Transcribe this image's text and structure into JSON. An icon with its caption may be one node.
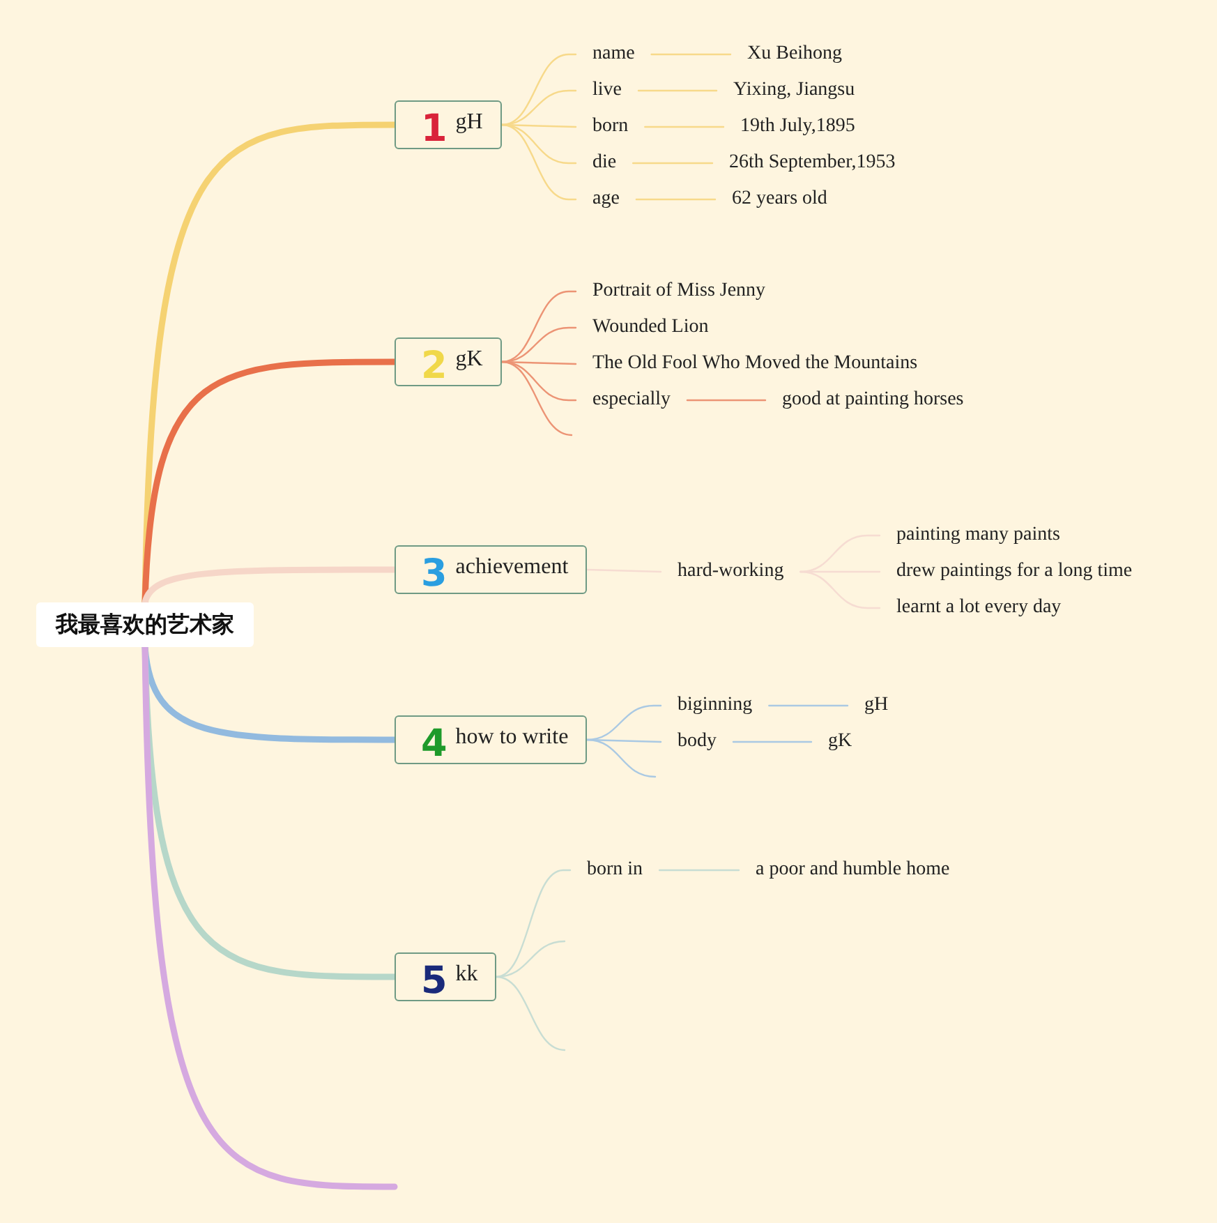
{
  "diagram": {
    "nodes": [
      {
        "text": [
          "我最喜欢的艺术家"
        ]
      },
      {
        "text": [
          "1",
          "gH"
        ]
      },
      {
        "text": [
          "name"
        ]
      },
      {
        "text": [
          "Xu Beihong"
        ]
      },
      {
        "text": [
          "live"
        ]
      },
      {
        "text": [
          "Yixing, Jiangsu"
        ]
      },
      {
        "text": [
          "born"
        ]
      },
      {
        "text": [
          "19th July,1895"
        ]
      },
      {
        "text": [
          "die"
        ]
      },
      {
        "text": [
          "26th September,1953"
        ]
      },
      {
        "text": [
          "age"
        ]
      },
      {
        "text": [
          "62 years old"
        ]
      },
      {
        "text": [
          "2",
          "gK"
        ]
      },
      {
        "text": [
          "Portrait of Miss Jenny"
        ]
      },
      {
        "text": [
          "Wounded Lion"
        ]
      },
      {
        "text": [
          "The Old Fool Who Moved the Mountains"
        ]
      },
      {
        "text": [
          "especially"
        ]
      },
      {
        "text": [
          "good at painting horses"
        ]
      },
      {
        "text": [
          "3",
          "achievement"
        ]
      },
      {
        "text": [
          "hard-working"
        ]
      },
      {
        "text": [
          "painting many paints"
        ]
      },
      {
        "text": [
          "drew paintings for a long time"
        ]
      },
      {
        "text": [
          "learnt a lot every day"
        ]
      },
      {
        "text": [
          "4",
          "how to write"
        ]
      },
      {
        "text": [
          "biginning"
        ]
      },
      {
        "text": [
          "gH"
        ]
      },
      {
        "text": [
          "body"
        ]
      },
      {
        "text": [
          "gK"
        ]
      },
      {
        "text": [
          "5",
          "kk"
        ]
      },
      {
        "text": [
          "born in"
        ]
      },
      {
        "text": [
          "a poor and humble home"
        ]
      }
    ],
    "edges": [
      {
        "from": 0,
        "to": 1,
        "arrow": "none",
        "style": "thick",
        "color": "#f5d272"
      },
      {
        "from": 0,
        "to": 12,
        "arrow": "none",
        "style": "thick",
        "color": "#e8704a"
      },
      {
        "from": 0,
        "to": 18,
        "arrow": "none",
        "style": "thick",
        "color": "#f6d6c8"
      },
      {
        "from": 0,
        "to": 23,
        "arrow": "none",
        "style": "thick",
        "color": "#92badf"
      },
      {
        "from": 0,
        "to": 28,
        "arrow": "none",
        "style": "thick",
        "color": "#b6d7c9"
      },
      {
        "from": 0,
        "to": null,
        "arrow": "none",
        "style": "thick",
        "color": "#d5a9e0"
      },
      {
        "from": 1,
        "to": 2,
        "arrow": "none",
        "color": "#f7d98a"
      },
      {
        "from": 2,
        "to": 3,
        "arrow": "none",
        "color": "#f7d98a"
      },
      {
        "from": 1,
        "to": 4,
        "arrow": "none",
        "color": "#f7d98a"
      },
      {
        "from": 4,
        "to": 5,
        "arrow": "none",
        "color": "#f7d98a"
      },
      {
        "from": 1,
        "to": 6,
        "arrow": "none",
        "color": "#f7d98a"
      },
      {
        "from": 6,
        "to": 7,
        "arrow": "none",
        "color": "#f7d98a"
      },
      {
        "from": 1,
        "to": 8,
        "arrow": "none",
        "color": "#f7d98a"
      },
      {
        "from": 8,
        "to": 9,
        "arrow": "none",
        "color": "#f7d98a"
      },
      {
        "from": 1,
        "to": 10,
        "arrow": "none",
        "color": "#f7d98a"
      },
      {
        "from": 10,
        "to": 11,
        "arrow": "none",
        "color": "#f7d98a"
      },
      {
        "from": 12,
        "to": 13,
        "arrow": "none",
        "color": "#ec9475"
      },
      {
        "from": 12,
        "to": 14,
        "arrow": "none",
        "color": "#ec9475"
      },
      {
        "from": 12,
        "to": 15,
        "arrow": "none",
        "color": "#ec9475"
      },
      {
        "from": 12,
        "to": 16,
        "arrow": "none",
        "color": "#ec9475"
      },
      {
        "from": 16,
        "to": 17,
        "arrow": "none",
        "color": "#ec9475"
      },
      {
        "from": 12,
        "to": null,
        "arrow": "none",
        "color": "#ec9475"
      },
      {
        "from": 18,
        "to": 19,
        "arrow": "none",
        "color": "#f6dcd2"
      },
      {
        "from": 19,
        "to": 20,
        "arrow": "none",
        "color": "#f6dcd2"
      },
      {
        "from": 19,
        "to": 21,
        "arrow": "none",
        "color": "#f6dcd2"
      },
      {
        "from": 19,
        "to": 22,
        "arrow": "none",
        "color": "#f6dcd2"
      },
      {
        "from": 23,
        "to": 24,
        "arrow": "none",
        "color": "#aac9e3"
      },
      {
        "from": 24,
        "to": 25,
        "arrow": "none",
        "color": "#aac9e3"
      },
      {
        "from": 23,
        "to": 26,
        "arrow": "none",
        "color": "#aac9e3"
      },
      {
        "from": 26,
        "to": 27,
        "arrow": "none",
        "color": "#aac9e3"
      },
      {
        "from": 23,
        "to": null,
        "arrow": "none",
        "color": "#aac9e3"
      },
      {
        "from": 28,
        "to": 29,
        "arrow": "none",
        "color": "#c8ddd3"
      },
      {
        "from": 29,
        "to": 30,
        "arrow": "none",
        "color": "#c8ddd3"
      },
      {
        "from": 28,
        "to": null,
        "arrow": "none",
        "color": "#c8ddd3"
      },
      {
        "from": 28,
        "to": null,
        "arrow": "none",
        "color": "#c8ddd3"
      }
    ]
  }
}
